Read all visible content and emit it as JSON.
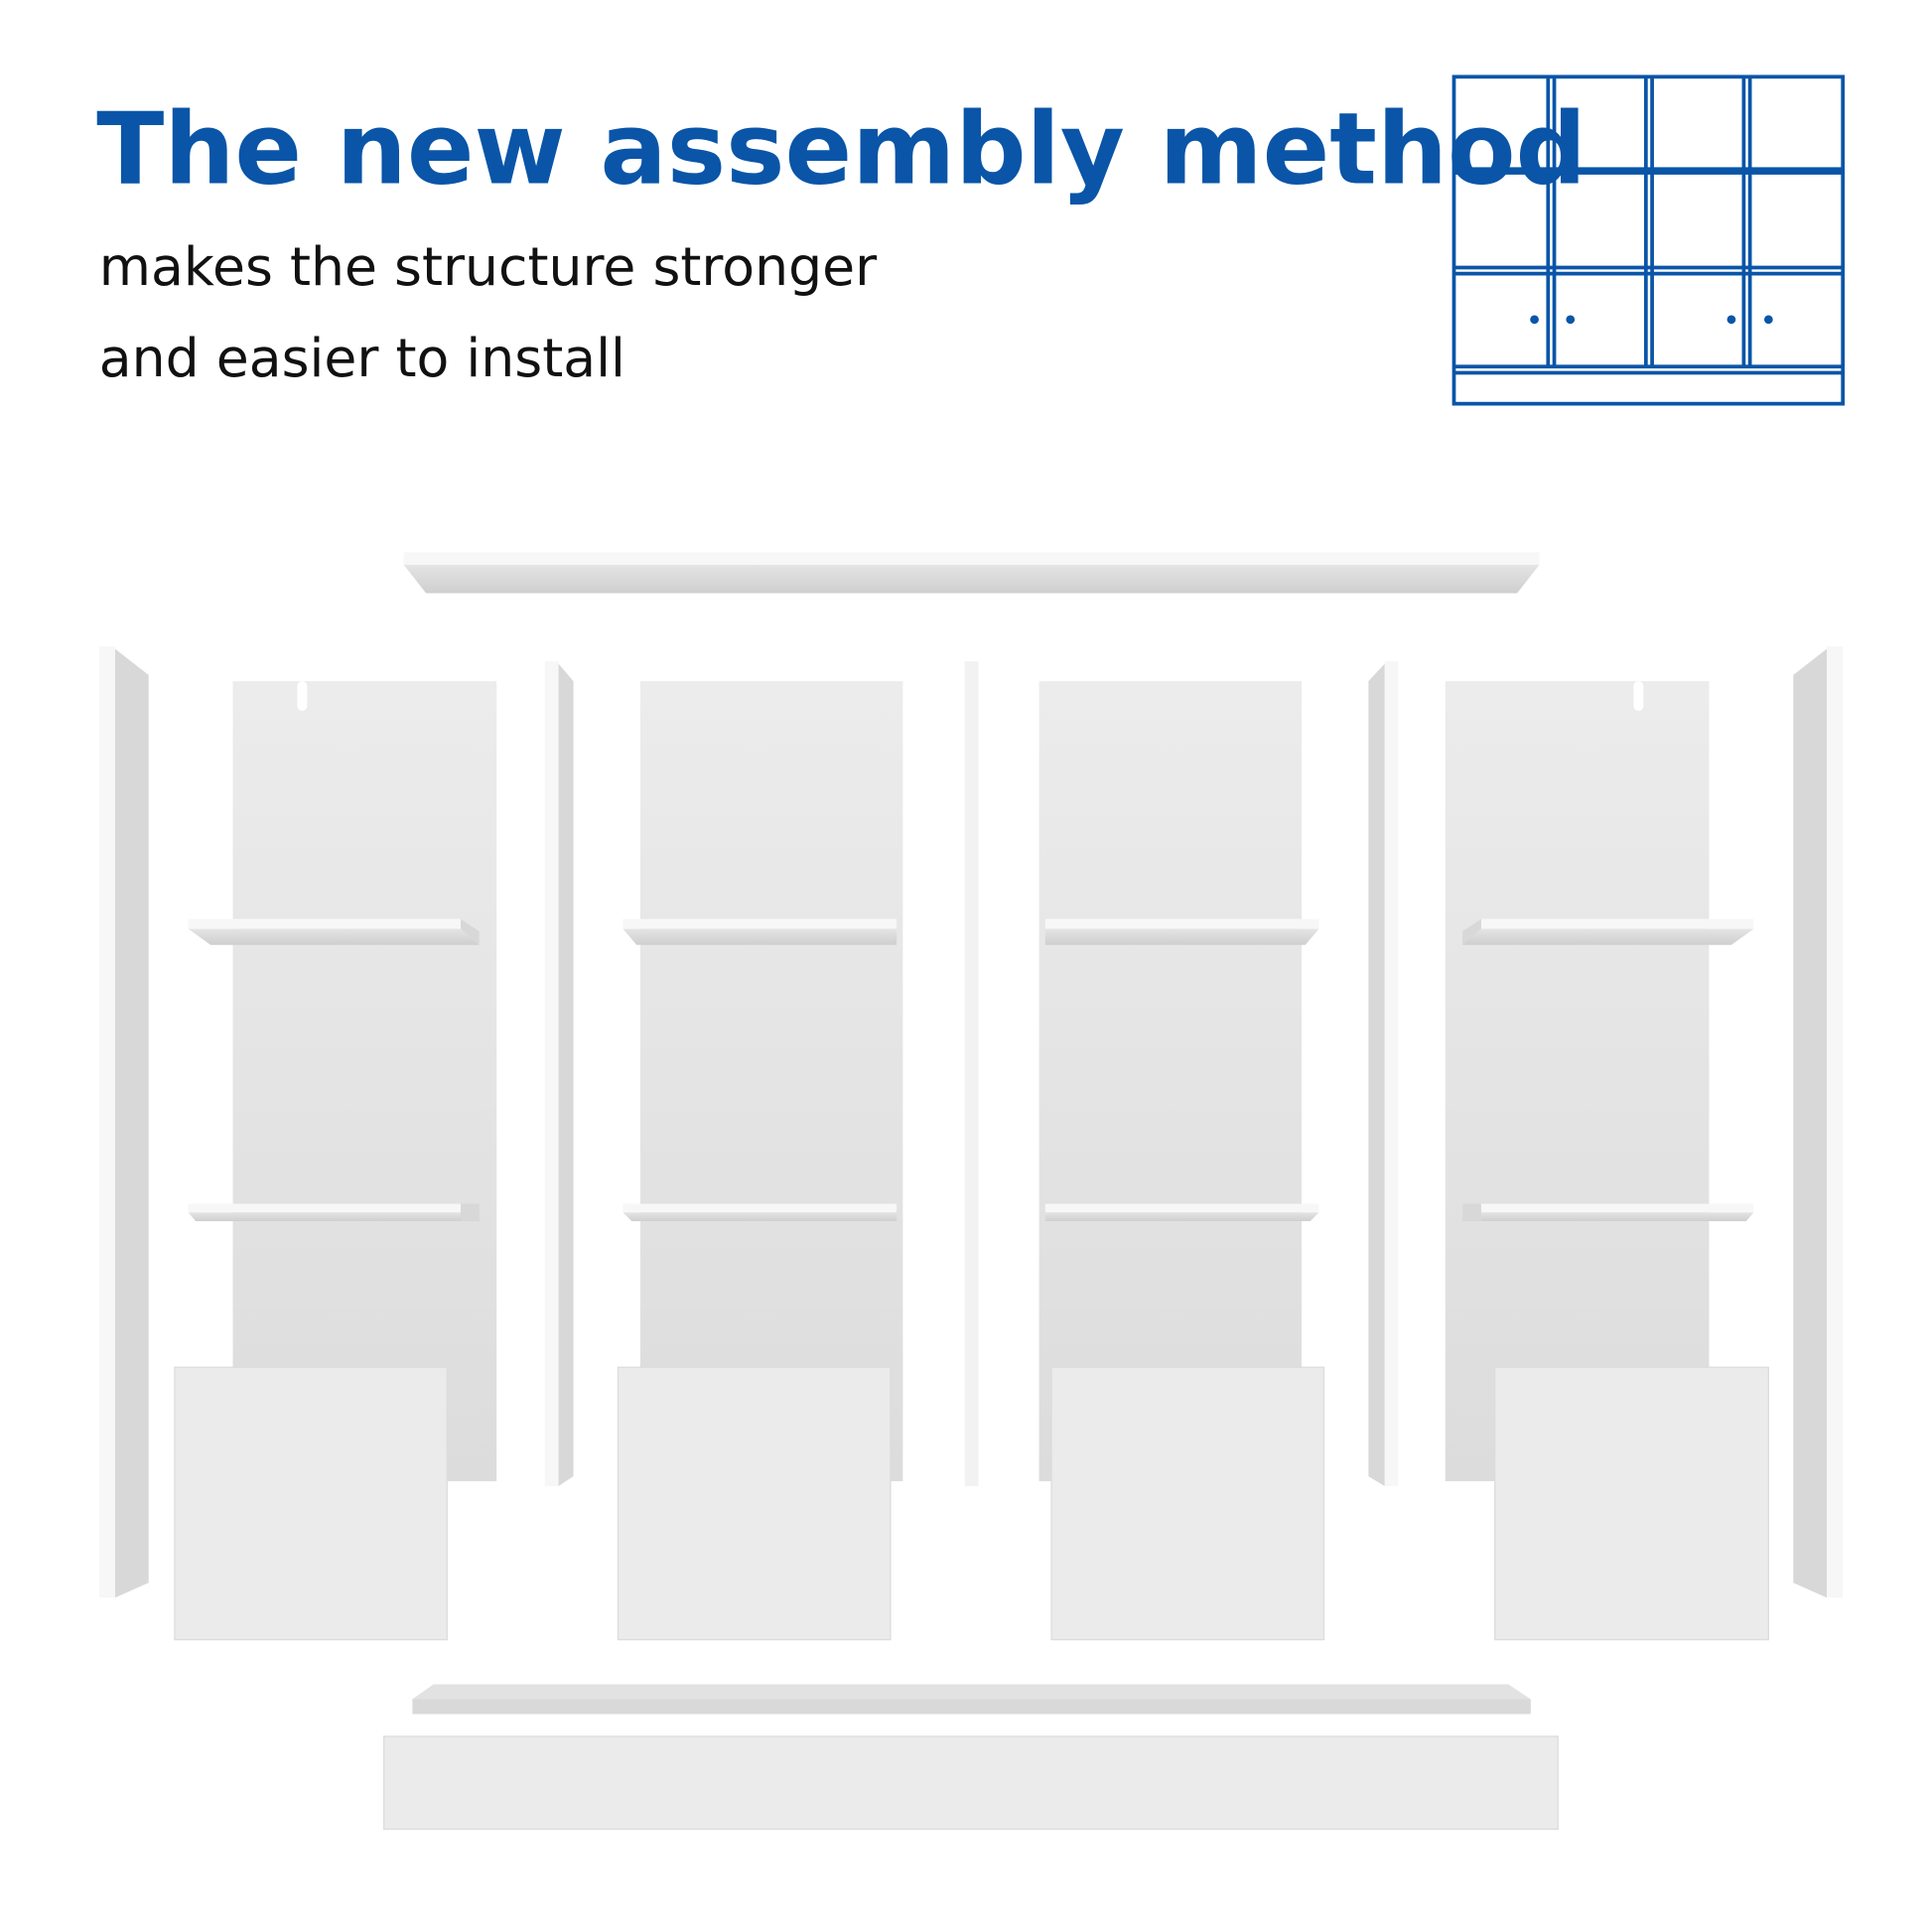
{
  "headline": {
    "title": "The new assembly method",
    "subtitle_line1": "makes the structure stronger",
    "subtitle_line2": "and easier to install"
  },
  "colors": {
    "accent": "#0a55a8",
    "text": "#111111",
    "panel": "#e6e6e6"
  },
  "icons": {
    "wardrobe_diagram": "wardrobe-outline-icon"
  },
  "illustration": {
    "columns": 4,
    "shelves_per_column": 2,
    "doors": 4
  }
}
